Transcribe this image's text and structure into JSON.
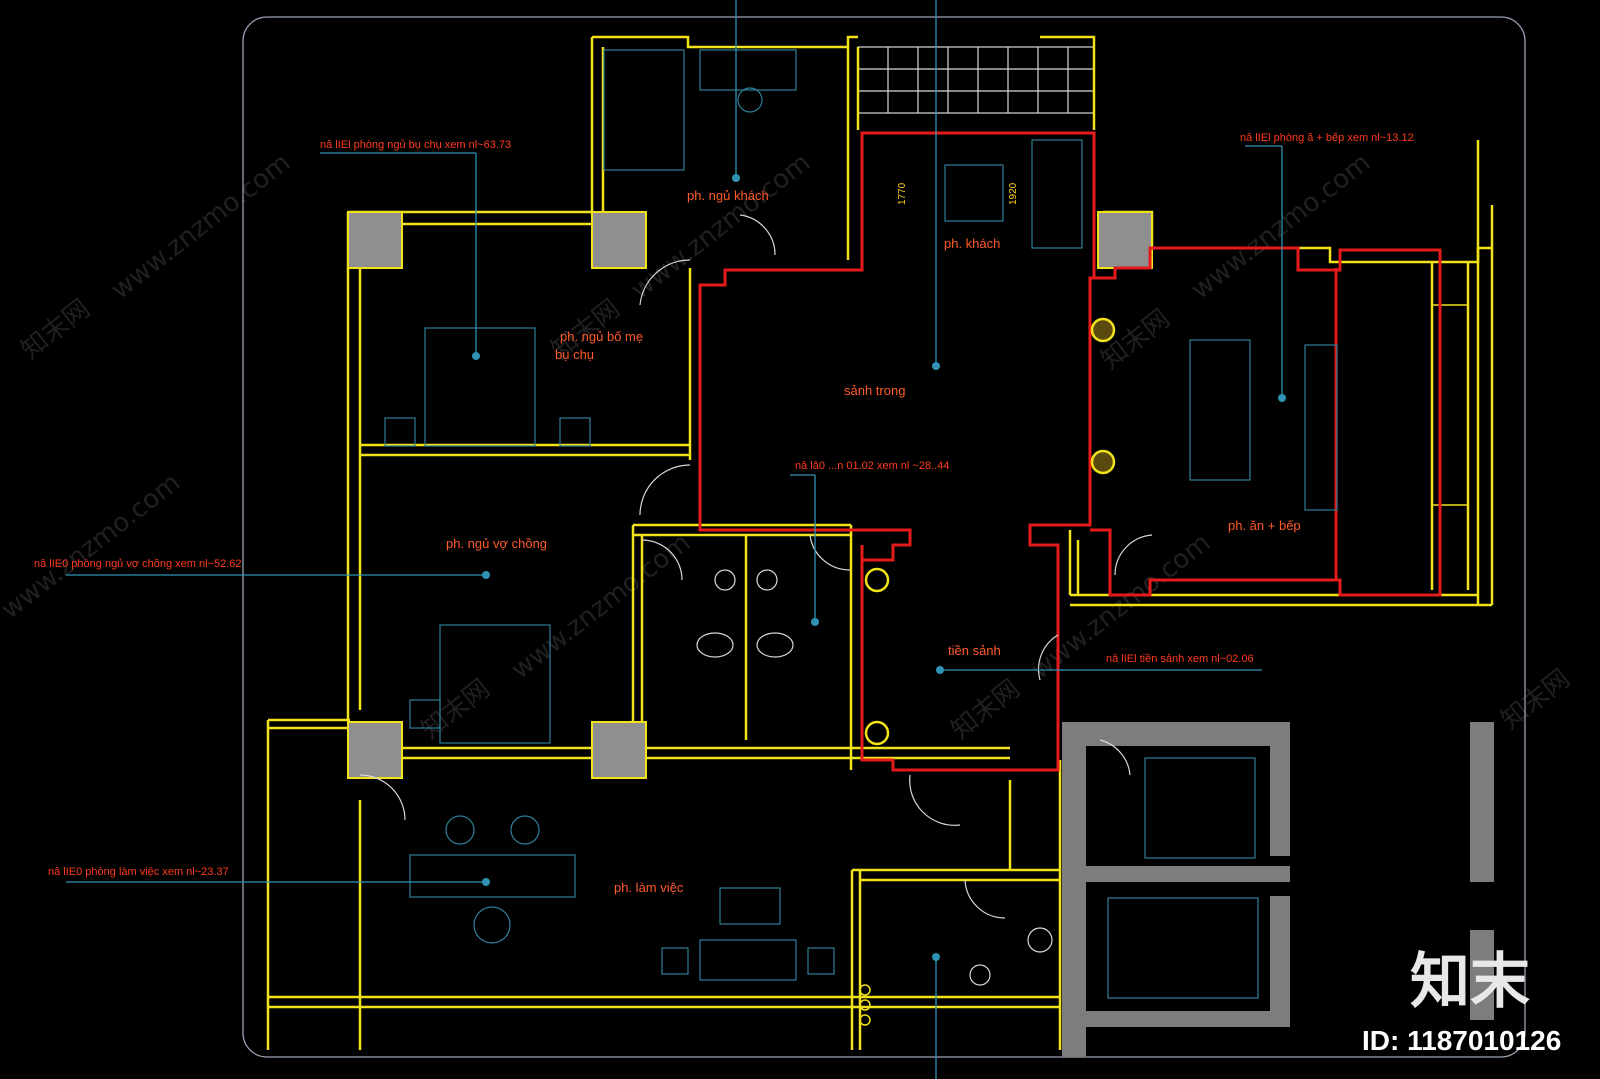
{
  "rooms": [
    {
      "id": "guest-bedroom",
      "label": "ph. ngủ khách"
    },
    {
      "id": "living",
      "label": "ph. khách"
    },
    {
      "id": "hall",
      "label": "sảnh trong"
    },
    {
      "id": "parents-bedroom",
      "label": "ph. ngủ bố mẹ",
      "label_line2": "bụ chụ"
    },
    {
      "id": "kitchen",
      "label": "ph. ăn + bếp"
    },
    {
      "id": "master-bedroom",
      "label": "ph. ngủ vợ chồng"
    },
    {
      "id": "lobby",
      "label": "tiền sảnh"
    },
    {
      "id": "study",
      "label": "ph. làm việc"
    }
  ],
  "notes": {
    "parents": "nâ lIEl phòng ngủ bụ chụ xem nl~63.73",
    "kitchen": "nâ lIEl phòng ă + bếp xem nl~13.12",
    "hall": "nâ lâ0 ...n 01.02 xem nl ~28..44",
    "master": "nâ lIE0 phòng ngủ vợ chồng  xem nl~52.62",
    "lobby": "nâ lIEl  tiền sảnh  xem nl~02.06",
    "study": "nâ lIE0 phòng làm việc  xem nl~23.37"
  },
  "dimensions": {
    "d1": "1770",
    "d2": "1920"
  },
  "watermark": {
    "site": "www.znzmo.com",
    "brand": "知末网"
  },
  "logo": {
    "text": "知末",
    "id_label": "ID: 1187010126"
  }
}
